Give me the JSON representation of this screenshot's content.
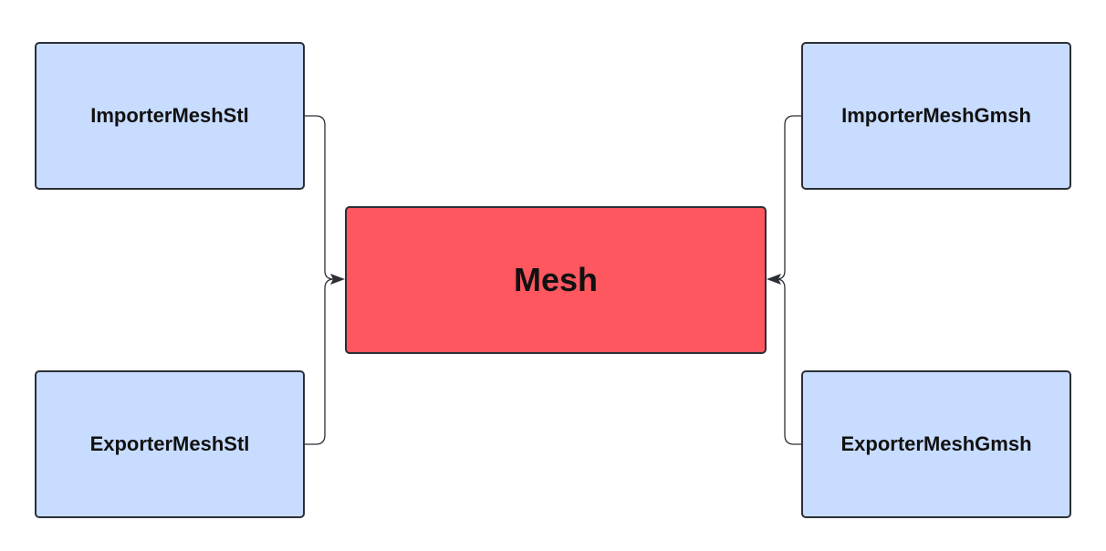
{
  "diagram": {
    "nodes": {
      "center": {
        "label": "Mesh",
        "fill": "#fe5760"
      },
      "importer_stl": {
        "label": "ImporterMeshStl",
        "fill": "#c7dcfe"
      },
      "exporter_stl": {
        "label": "ExporterMeshStl",
        "fill": "#c7dcfe"
      },
      "importer_gmsh": {
        "label": "ImporterMeshGmsh",
        "fill": "#c7dcfe"
      },
      "exporter_gmsh": {
        "label": "ExporterMeshGmsh",
        "fill": "#c7dcfe"
      }
    },
    "edges": [
      {
        "from": "importer_stl",
        "to": "center"
      },
      {
        "from": "exporter_stl",
        "to": "center"
      },
      {
        "from": "importer_gmsh",
        "to": "center"
      },
      {
        "from": "exporter_gmsh",
        "to": "center"
      }
    ],
    "edge_color": "#2b2f36"
  }
}
